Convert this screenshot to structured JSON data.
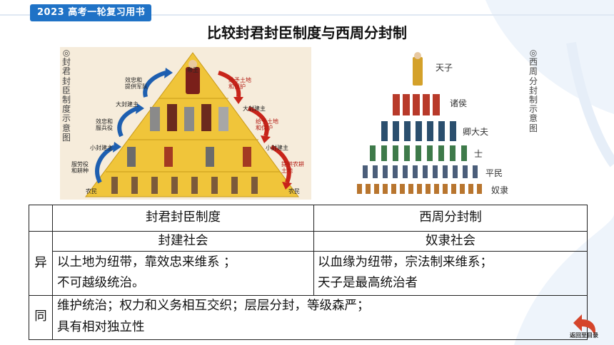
{
  "header": {
    "badge": "2023 高考一轮复习用书",
    "title": "比较封君封臣制度与西周分封制"
  },
  "left_diagram": {
    "caption": "◎封君封臣制度示意图",
    "caption_chars": [
      "◎",
      "封",
      "君",
      "封",
      "臣",
      "制",
      "度",
      "示",
      "意",
      "图"
    ],
    "labels": {
      "emperor": "帝王",
      "big_lord_left": "大封建主",
      "big_lord_right": "大封建主",
      "small_lord_left": "小封建主",
      "small_lord_right": "小封建主",
      "farmer_left": "农民",
      "farmer_right": "农民"
    },
    "left_arrows": {
      "top": [
        "效忠和",
        "提供军队"
      ],
      "mid": [
        "效忠和",
        "服兵役"
      ],
      "bottom": [
        "服劳役",
        "和耕种"
      ]
    },
    "right_arrows": {
      "top": [
        "给予土地",
        "和保护"
      ],
      "mid": [
        "给予土地",
        "和保护"
      ],
      "bottom": [
        "提供农耕",
        "土地"
      ]
    }
  },
  "right_diagram": {
    "caption_chars": [
      "◎",
      "西",
      "周",
      "分",
      "封",
      "制",
      "示",
      "意",
      "图"
    ],
    "ranks": [
      "天子",
      "诸侯",
      "卿大夫",
      "士",
      "平民",
      "奴隶"
    ]
  },
  "table": {
    "headers": [
      "封君封臣制度",
      "西周分封制"
    ],
    "row_diff": {
      "label": "异",
      "society": [
        "封建社会",
        "奴隶社会"
      ],
      "left_text": [
        "以土地为纽带，靠效忠来维系 ；",
        "不可越级统治。"
      ],
      "right_text": [
        "以血缘为纽带，宗法制来维系；",
        "天子是最高统治者"
      ]
    },
    "row_same": {
      "label": "同",
      "text": [
        "维护统治；权力和义务相互交织；层层分封，等级森严；",
        "具有相对独立性"
      ]
    }
  },
  "nav": {
    "back_label": "返回至目录",
    "back_icon": "undo-arrow-icon"
  },
  "colors": {
    "badge_bg": "#1f72c6",
    "pyramid_yellow": "#f0c53a",
    "arrow_blue": "#1e5fb0",
    "arrow_red": "#c8241a",
    "back_arrow": "#d5452b"
  }
}
